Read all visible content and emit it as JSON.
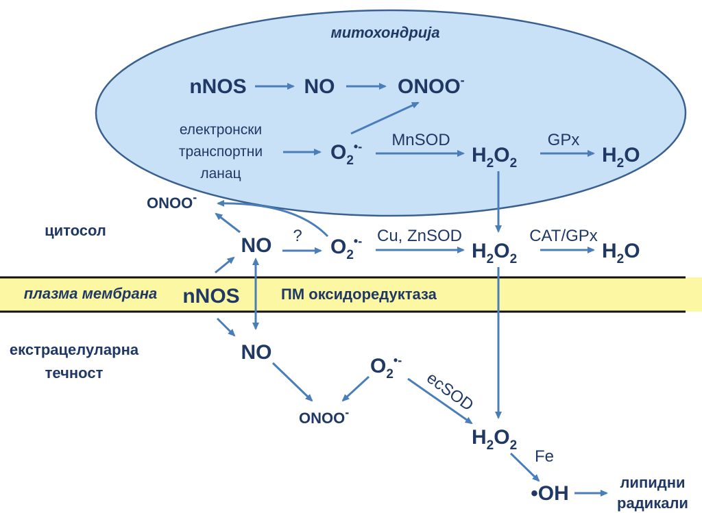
{
  "diagram": {
    "compartments": {
      "mitochondria": "митохондрија",
      "cytosol": "цитосол",
      "plasma_membrane": "плазма мембрана",
      "extracellular_line1": "екстрацелуларна",
      "extracellular_line2": "течност"
    },
    "mito": {
      "nnos": "nNOS",
      "no": "NO",
      "onoo_base": "ONOO",
      "onoo_charge": "-",
      "etc_line1": "електронски",
      "etc_line2": "транспортни",
      "etc_line3": "ланац",
      "o2_base": "O",
      "o2_sub": "2",
      "o2_charge": "•-",
      "mnsod": "MnSOD",
      "h2o2_h": "H",
      "h2o2_sub1": "2",
      "h2o2_o": "O",
      "h2o2_sub2": "2",
      "gpx": "GPx",
      "h2o_h": "H",
      "h2o_sub": "2",
      "h2o_o": "O"
    },
    "cyto": {
      "onoo_base": "ONOO",
      "onoo_charge": "-",
      "no": "NO",
      "question": "?",
      "o2_base": "O",
      "o2_sub": "2",
      "o2_charge": "•-",
      "cuznsod": "Cu, ZnSOD",
      "h2o2_h": "H",
      "h2o2_sub1": "2",
      "h2o2_o": "O",
      "h2o2_sub2": "2",
      "catgpx": "CAT/GPx",
      "h2o_h": "H",
      "h2o_sub": "2",
      "h2o_o": "O"
    },
    "membrane": {
      "nnos": "nNOS",
      "pm_oxidoreductase": "ПМ оксидоредуктаза"
    },
    "extra": {
      "no": "NO",
      "o2_base": "O",
      "o2_sub": "2",
      "o2_charge": "•-",
      "onoo_base": "ONOO",
      "onoo_charge": "-",
      "ecsod": "ecSOD",
      "h2o2_h": "H",
      "h2o2_sub1": "2",
      "h2o2_o": "O",
      "h2o2_sub2": "2",
      "fe": "Fe",
      "oh": "•OH",
      "lipid_line1": "липидни",
      "lipid_line2": "радикали"
    },
    "colors": {
      "text": "#1f3864",
      "arrow": "#4a7ebb",
      "mito_fill": "#c9e1f6",
      "mito_stroke": "#3a6090",
      "membrane_fill": "#fbf7a2"
    }
  }
}
